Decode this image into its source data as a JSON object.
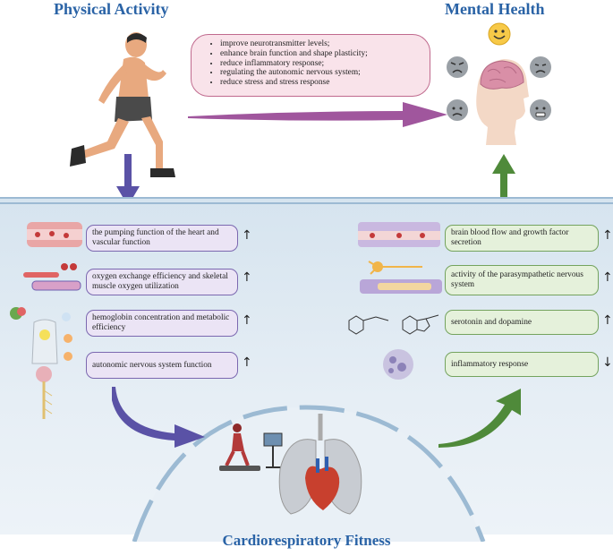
{
  "titles": {
    "physical_activity": "Physical Activity",
    "mental_health": "Mental Health",
    "cardiorespiratory_fitness": "Cardiorespiratory Fitness"
  },
  "mental_bubble": [
    "improve neurotransmitter levels;",
    "enhance brain function and shape plasticity;",
    "reduce inflammatory response;",
    "regulating the autonomic nervous system;",
    "reduce stress and stress response"
  ],
  "left_effects": [
    {
      "label": "the pumping function of the heart and vascular function",
      "direction": "↑"
    },
    {
      "label": "oxygen exchange efficiency and skeletal muscle oxygen utilization",
      "direction": "↑"
    },
    {
      "label": "hemoglobin concentration and metabolic efficiency",
      "direction": "↑"
    },
    {
      "label": "autonomic nervous system function",
      "direction": "↑"
    }
  ],
  "right_effects": [
    {
      "label": "brain blood flow and growth factor secretion",
      "direction": "↑"
    },
    {
      "label": "activity of the parasympathetic nervous system",
      "direction": "↑"
    },
    {
      "label": "serotonin and dopamine",
      "direction": "↑"
    },
    {
      "label": "inflammatory response",
      "direction": "↓"
    }
  ],
  "colors": {
    "title_blue": "#2a63a6",
    "left_box_border": "#7b68b0",
    "right_box_border": "#74a35e",
    "bubble_border": "#c06a8e",
    "arrow_purple": "#5a52a6",
    "arrow_magenta": "#a0569d",
    "arrow_green": "#4f8a3a"
  }
}
